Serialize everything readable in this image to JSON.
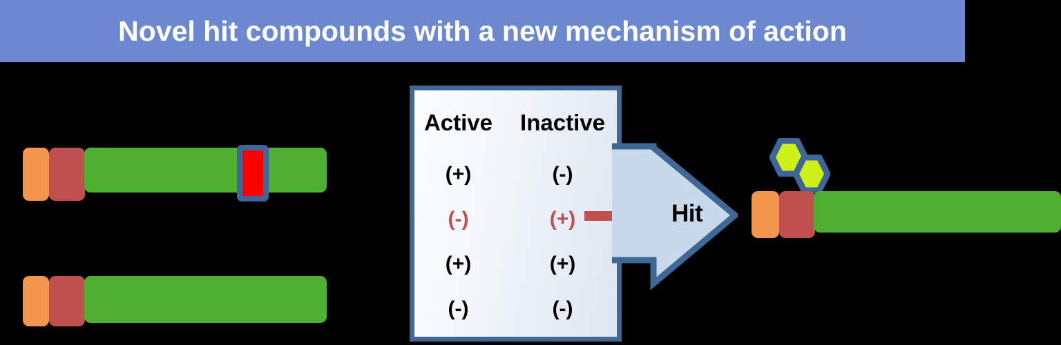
{
  "title": {
    "text": "Novel hit compounds with a new mechanism of action",
    "banner_color": "#6B88D0",
    "text_color": "#FFFFFF"
  },
  "colors": {
    "orange_domain": "#F4954E",
    "red_domain": "#C0504D",
    "green_domain": "#4FAF32",
    "mutation_fill": "#FF0000",
    "outline_blue": "#3F6599",
    "panel_border": "#3F6895",
    "compound_fill": "#CEF019",
    "compound_stroke": "#3F6599",
    "arrow_fill": "#C8D9EC",
    "arrow_stroke": "#3F6895",
    "red_arrow": "#C0504D"
  },
  "left_constructs": [
    {
      "name": "mutant-protein-bar",
      "segments": [
        {
          "type": "orange-domain",
          "label": ""
        },
        {
          "type": "red-domain",
          "label": ""
        },
        {
          "type": "green-domain",
          "label": ""
        }
      ],
      "has_mutation_marker": true
    },
    {
      "name": "wildtype-protein-bar",
      "segments": [
        {
          "type": "orange-domain",
          "label": ""
        },
        {
          "type": "red-domain",
          "label": ""
        },
        {
          "type": "green-domain",
          "label": ""
        }
      ],
      "has_mutation_marker": false
    }
  ],
  "panel": {
    "columns": [
      "Active",
      "Inactive"
    ],
    "rows": [
      {
        "active": "(+)",
        "inactive": "(-)",
        "highlighted": false
      },
      {
        "active": "(-)",
        "inactive": "(+)",
        "highlighted": true
      },
      {
        "active": "(+)",
        "inactive": "(+)",
        "highlighted": false
      },
      {
        "active": "(-)",
        "inactive": "(-)",
        "highlighted": false
      }
    ]
  },
  "arrow": {
    "label": "Hit"
  },
  "right_construct": {
    "name": "hit-bound-protein-bar",
    "compound_count": 2,
    "segments": [
      {
        "type": "orange-domain",
        "label": ""
      },
      {
        "type": "red-domain",
        "label": ""
      },
      {
        "type": "green-domain",
        "label": ""
      }
    ]
  }
}
